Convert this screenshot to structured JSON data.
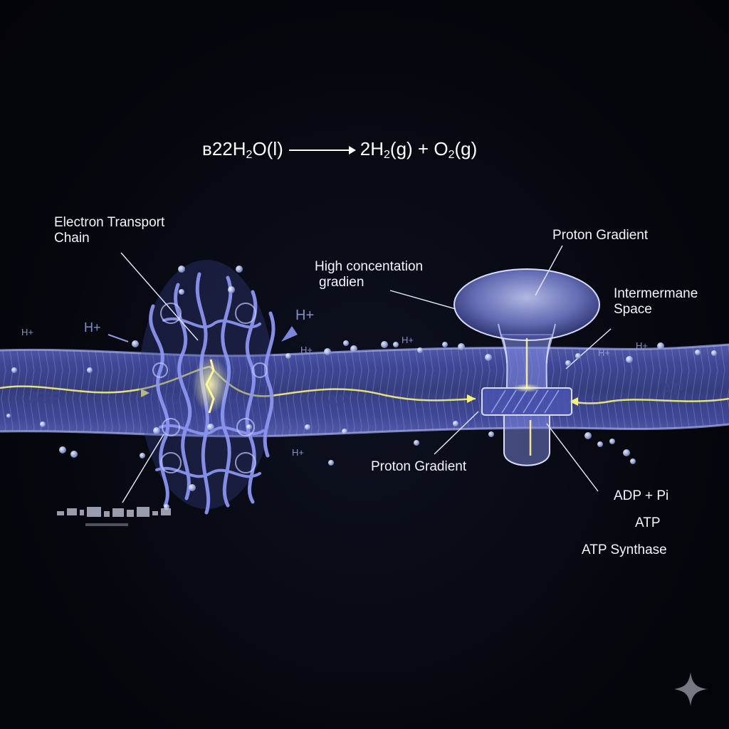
{
  "equation": {
    "prefix": "в2",
    "reactant_coef": "2H",
    "reactant_sub": "2",
    "reactant_rest": "O(l)",
    "product1_coef": "2H",
    "product1_sub": "2",
    "product1_rest": "(g) + O",
    "product2_sub": "2",
    "product2_rest": "(g)"
  },
  "labels": {
    "etc_line1": "Electron Transport",
    "etc_line2": "Chain",
    "high_conc_line1": "High concentation",
    "high_conc_line2": "gradien",
    "proton_gradient_top": "Proton Gradient",
    "intermembrane_line1": "Intermermane",
    "intermembrane_line2": "Space",
    "proton_gradient_bottom": "Proton Gradient",
    "adp_pi": "ADP + Pi",
    "atp": "ATP",
    "atp_synthase": "ATP Synthase"
  },
  "ions": {
    "h1": "H+",
    "h2": "H+",
    "h3": "H+",
    "h4": "H+",
    "h5": "H+",
    "h6": "H+",
    "h7": "H+",
    "h8": "H+"
  },
  "membrane_text": {
    "left": "ATP",
    "middle": "AP",
    "right": "AP"
  },
  "colors": {
    "background": "#05060c",
    "membrane": "#5a63c8",
    "electron_flow": "#f5f27a",
    "label_text": "#f2f4ff"
  }
}
